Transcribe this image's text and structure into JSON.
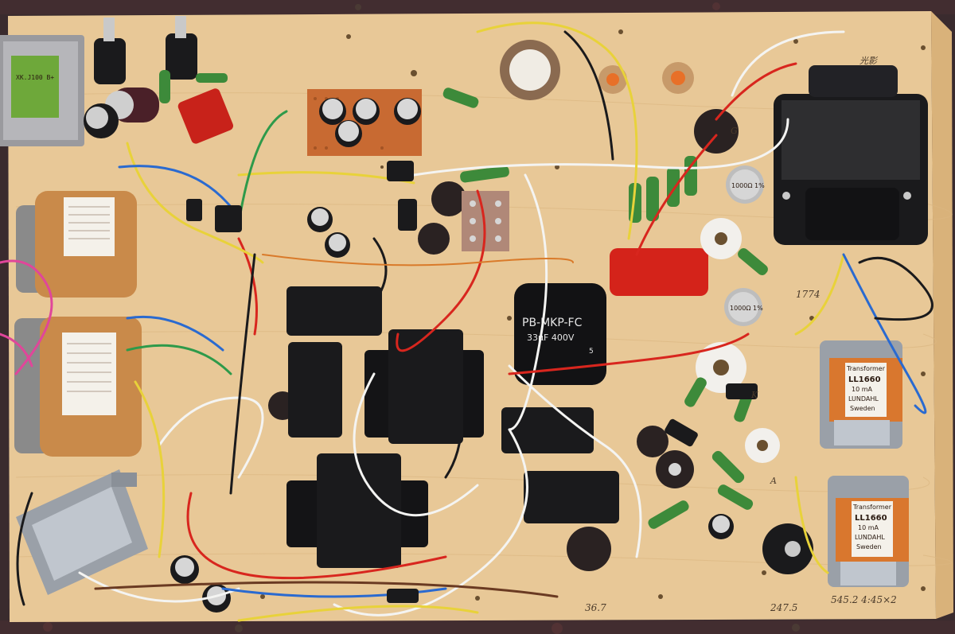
{
  "scene": {
    "description_shown": false
  },
  "labels": {
    "film_cap_line1": "PB-MKP-FC",
    "film_cap_line2": "33µF 400V",
    "film_cap_edge": "5",
    "lundahl_top_brand": "Transformer",
    "lundahl_top_model": "LL1660",
    "lundahl_top_current": "10 mA",
    "lundahl_top_maker": "LUNDAHL",
    "lundahl_top_country": "Sweden",
    "lundahl_bottom_brand": "Transformer",
    "lundahl_bottom_model": "LL1660",
    "lundahl_bottom_current": "10 mA",
    "lundahl_bottom_maker": "LUNDAHL",
    "lundahl_bottom_country": "Sweden",
    "small_xfmr_label": "XK.J100 B+",
    "resistor_label": "1000Ω 1%",
    "resistor_label_2": "1000Ω 1%"
  },
  "handwriting": {
    "bottom_left": "36.7",
    "bottom_mid": "247.5",
    "bottom_right": "545.2  4:45×2",
    "mid_right_1": "1774",
    "top_right": "光影",
    "mark_a": "A",
    "mark_k": "K",
    "mark_g": "G"
  },
  "colors": {
    "plywood": "#e8c897",
    "plywood_dark": "#d9b27a",
    "carpet": "#3a2b2e",
    "copper": "#c98a4a",
    "black_part": "#1a1a1c",
    "red_wire": "#d8261e",
    "yellow_wire": "#e8d23a",
    "blue_wire": "#2a6ad0",
    "green_wire": "#2e9a4a",
    "white_wire": "#f4f4f2",
    "pink_wire": "#e0469a",
    "resistor_green": "#3d8a3a"
  }
}
